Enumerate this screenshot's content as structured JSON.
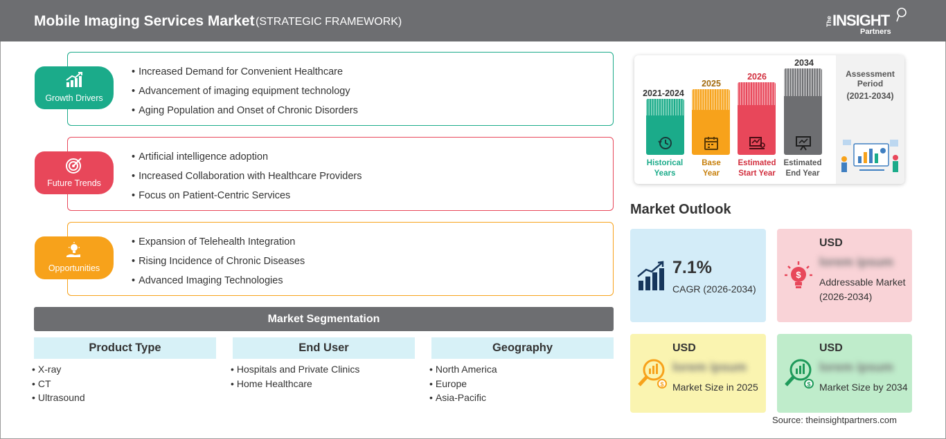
{
  "header": {
    "title": "Mobile Imaging Services Market",
    "subtitle": "(STRATEGIC FRAMEWORK)",
    "logo_the": "The",
    "logo_main": "INSIGHT",
    "logo_sub": "Partners"
  },
  "drivers": {
    "label": "Growth Drivers",
    "color": "#1bab8a",
    "items": [
      "Increased Demand for Convenient Healthcare",
      "Advancement of imaging equipment technology",
      "Aging Population and Onset of Chronic Disorders"
    ]
  },
  "trends": {
    "label": "Future Trends",
    "color": "#e8475a",
    "items": [
      "Artificial intelligence adoption",
      "Increased Collaboration with Healthcare Providers",
      "Focus on Patient-Centric Services"
    ]
  },
  "opportunities": {
    "label": "Opportunities",
    "color": "#f7a21b",
    "items": [
      "Expansion of Telehealth Integration",
      "Rising Incidence of Chronic Diseases",
      "Advanced Imaging Technologies"
    ]
  },
  "segmentation": {
    "title": "Market Segmentation",
    "columns": [
      {
        "heading": "Product Type",
        "items": [
          "X-ray",
          "CT",
          "Ultrasound"
        ]
      },
      {
        "heading": "End User",
        "items": [
          "Hospitals and Private Clinics",
          "Home Healthcare"
        ]
      },
      {
        "heading": "Geography",
        "items": [
          "North America",
          "Europe",
          "Asia-Pacific"
        ]
      }
    ]
  },
  "timeline": {
    "columns": [
      {
        "year": "2021-2024",
        "label_line1": "Historical",
        "label_line2": "Years",
        "color": "#1bab8a"
      },
      {
        "year": "2025",
        "label_line1": "Base",
        "label_line2": "Year",
        "color": "#f7a21b"
      },
      {
        "year": "2026",
        "label_line1": "Estimated",
        "label_line2": "Start Year",
        "color": "#e8475a"
      },
      {
        "year": "2034",
        "label_line1": "Estimated",
        "label_line2": "End Year",
        "color": "#6d6e71"
      }
    ],
    "assessment_title_1": "Assessment",
    "assessment_title_2": "Period",
    "assessment_period": "(2021-2034)"
  },
  "outlook": {
    "title": "Market Outlook",
    "cagr_value": "7.1%",
    "cagr_label": "CAGR (2026-2034)",
    "addressable_usd": "USD",
    "addressable_value": "lorem ipsum",
    "addressable_desc": "Addressable Market (2026-2034)",
    "size2025_usd": "USD",
    "size2025_value": "lorem ipsum",
    "size2025_desc": "Market Size in 2025",
    "size2034_usd": "USD",
    "size2034_value": "lorem ipsum",
    "size2034_desc": "Market Size by 2034"
  },
  "source": "Source: theinsightpartners.com"
}
